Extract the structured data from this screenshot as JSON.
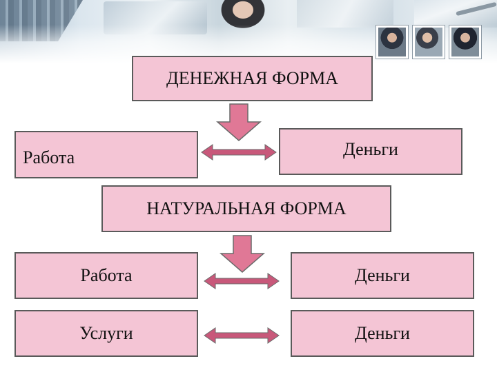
{
  "money_form": {
    "title": "ДЕНЕЖНАЯ ФОРМА",
    "left_label": "Работа",
    "right_label": "Деньги"
  },
  "natural_form": {
    "title": "НАТУРАЛЬНАЯ ФОРМА",
    "rows": [
      {
        "left": "Работа",
        "right": "Деньги"
      },
      {
        "left": "Услуги",
        "right": "Деньги"
      }
    ]
  },
  "colors": {
    "box_fill": "#f4c5d5",
    "box_border": "#5a5a5a",
    "down_arrow": "#e07896",
    "double_arrow": "#c8587a"
  },
  "icons": [
    "down-arrow-icon",
    "double-arrow-icon"
  ]
}
